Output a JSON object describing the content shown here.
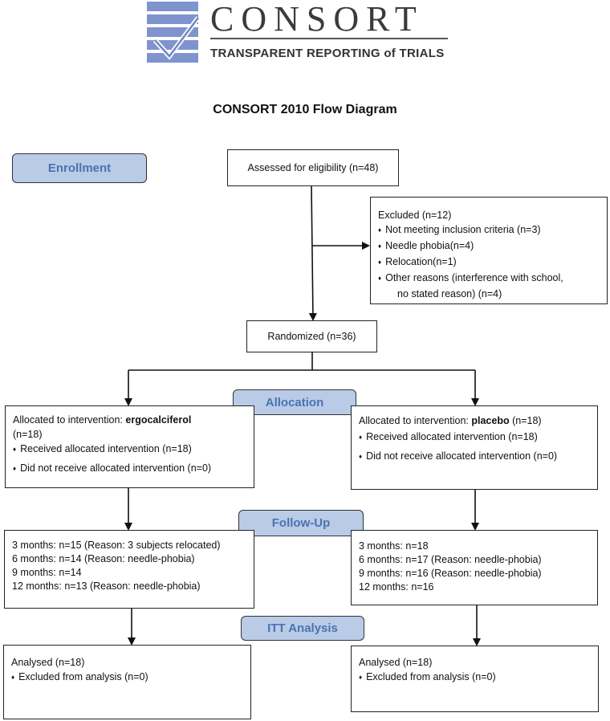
{
  "logo": {
    "wordmark": "CONSORT",
    "tagline": "TRANSPARENT REPORTING of TRIALS"
  },
  "title": "CONSORT 2010 Flow Diagram",
  "phases": {
    "enrollment": "Enrollment",
    "allocation": "Allocation",
    "followup": "Follow-Up",
    "itt": "ITT Analysis"
  },
  "assessed": "Assessed for eligibility (n=48)",
  "excluded": {
    "heading": "Excluded (n=12)",
    "items": [
      "Not meeting inclusion criteria (n=3)",
      "Needle phobia(n=4)",
      "Relocation(n=1)",
      "Other reasons (interference with school,"
    ],
    "continuation": "no stated reason) (n=4)"
  },
  "randomized": "Randomized (n=36)",
  "allocation_left": {
    "prefix": "Allocated to intervention: ",
    "drug": "ergocalciferol",
    "count": "(n=18)",
    "received": "Received allocated intervention (n=18)",
    "not_received": "Did not receive allocated intervention (n=0)"
  },
  "allocation_right": {
    "prefix": "Allocated to intervention: ",
    "drug": "placebo",
    "count": " (n=18)",
    "received": "Received allocated intervention (n=18)",
    "not_received": "Did not receive allocated intervention (n=0)"
  },
  "followup_left": [
    "3 months: n=15 (Reason: 3 subjects relocated)",
    "6 months: n=14 (Reason: needle-phobia)",
    "9 months: n=14",
    "12 months: n=13 (Reason: needle-phobia)"
  ],
  "followup_right": [
    "3 months: n=18",
    "6 months: n=17 (Reason: needle-phobia)",
    "9 months: n=16 (Reason: needle-phobia)",
    "12 months: n=16"
  ],
  "analysis_left": {
    "analysed": "Analysed (n=18)",
    "excluded": "Excluded from analysis (n=0)"
  },
  "analysis_right": {
    "analysed": "Analysed (n=18)",
    "excluded": "Excluded from analysis (n=0)"
  },
  "colors": {
    "phase_fill": "#b9cbe7",
    "phase_text": "#4a73b0",
    "logo_blue": "#6f86c6"
  }
}
